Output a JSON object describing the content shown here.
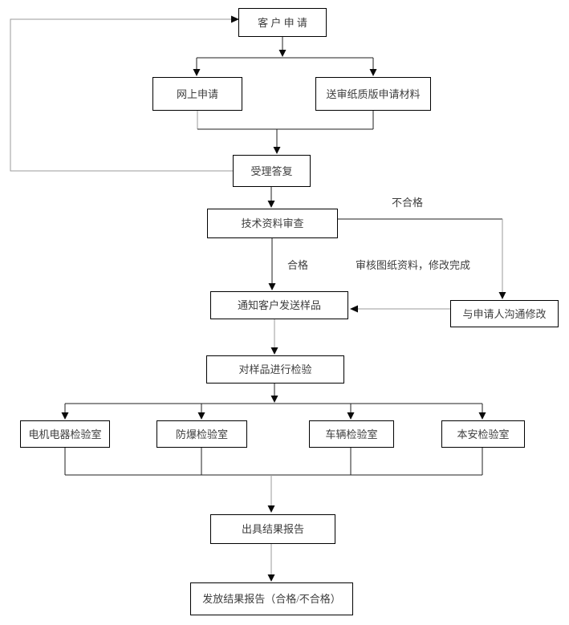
{
  "diagram": {
    "title": "certification-application-flowchart",
    "nodes": {
      "customer_application": "客 户 申 请",
      "online_application": "网上申请",
      "paper_materials": "送审纸质版申请材料",
      "acceptance_reply": "受理答复",
      "technical_review": "技术资料审查",
      "notify_samples": "通知客户发送样品",
      "communicate_modify": "与申请人沟通修改",
      "inspect_samples": "对样品进行检验",
      "lab_motor_electric": "电机电器检验室",
      "lab_explosion_proof": "防爆检验室",
      "lab_vehicle": "车辆检验室",
      "lab_intrinsic_safety": "本安检验室",
      "issue_report": "出具结果报告",
      "release_report": "发放结果报告（合格/不合格）"
    },
    "edge_labels": {
      "unqualified": "不合格",
      "qualified": "合格",
      "review_note": "审核图纸资料，修改完成"
    },
    "colors": {
      "line_black": "#1f1f1f",
      "line_gray": "#9b9b9b",
      "box_border": "#000000",
      "text": "#3d3d3d",
      "background": "#ffffff"
    }
  }
}
